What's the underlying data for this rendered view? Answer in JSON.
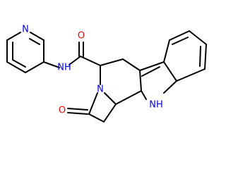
{
  "molecule": {
    "colors": {
      "bond": "#000000",
      "nitrogen": "#0000ff",
      "oxygen": "#ff0000"
    },
    "labels": {
      "pyridine_n": "N",
      "amide_nh": "NH",
      "amide_o": "O",
      "ring_n": "N",
      "ketone_o": "O",
      "indole_nh": "NH"
    }
  }
}
